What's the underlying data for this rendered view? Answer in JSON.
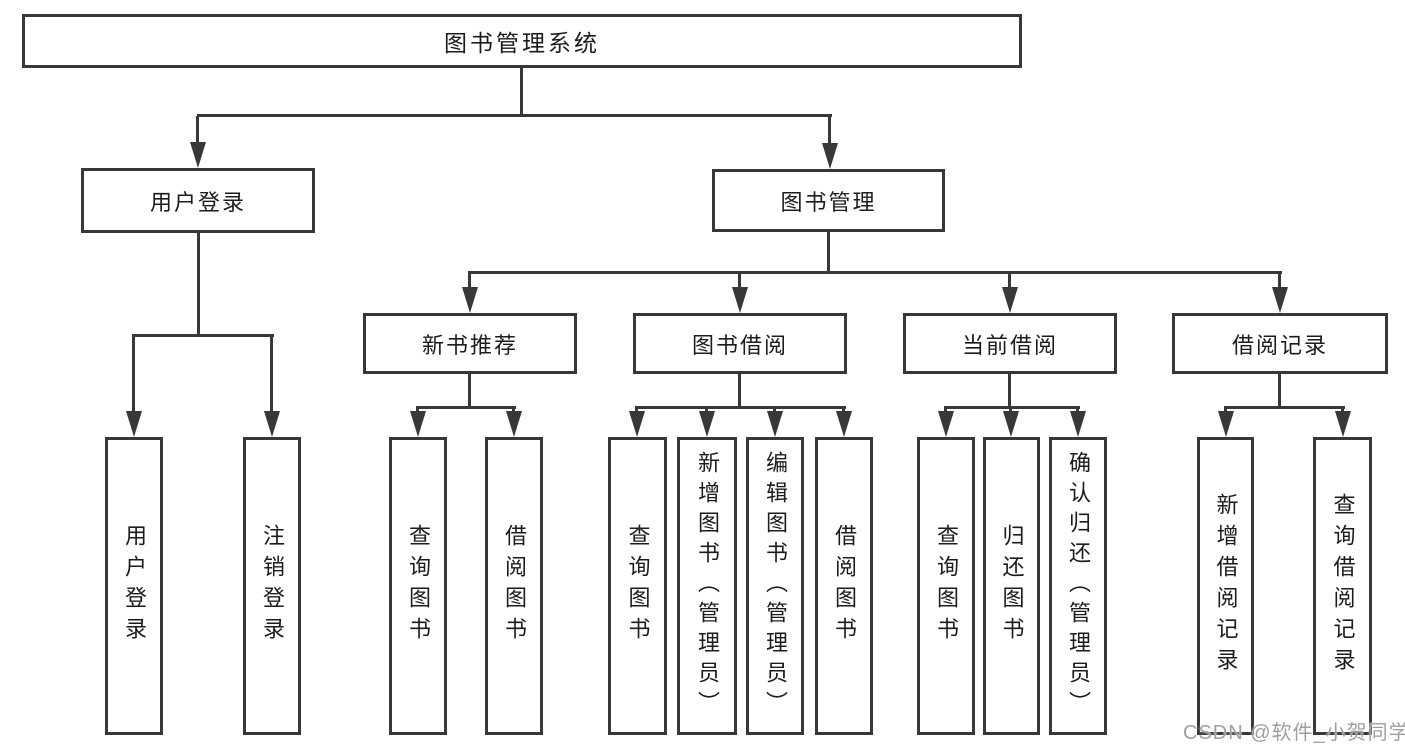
{
  "colors": {
    "line": "#38383a",
    "text": "#1c1c1e",
    "background": "#ffffff",
    "watermark": "#9da0a3"
  },
  "watermark": "CSDN @软件_小贺同学",
  "nodes": {
    "root": {
      "label": "图书管理系统"
    },
    "user_login": {
      "label": "用户登录"
    },
    "book_management": {
      "label": "图书管理"
    },
    "new_book_recommend": {
      "label": "新书推荐"
    },
    "book_borrow": {
      "label": "图书借阅"
    },
    "current_borrow": {
      "label": "当前借阅"
    },
    "borrow_records": {
      "label": "借阅记录"
    },
    "user_login_leaf": {
      "label": "用户登录"
    },
    "logout_leaf": {
      "label": "注销登录"
    },
    "recommend_query_books": {
      "label": "查询图书"
    },
    "recommend_borrow_books": {
      "label": "借阅图书"
    },
    "borrow_query_books": {
      "label": "查询图书"
    },
    "borrow_add_books": {
      "label": "新增图书（管理员）"
    },
    "borrow_edit_books": {
      "label": "编辑图书（管理员）"
    },
    "borrow_borrow_books": {
      "label": "借阅图书"
    },
    "current_query_books": {
      "label": "查询图书"
    },
    "current_return_books": {
      "label": "归还图书"
    },
    "current_confirm_return": {
      "label": "确认归还（管理员）"
    },
    "records_add_record": {
      "label": "新增借阅记录"
    },
    "records_query_record": {
      "label": "查询借阅记录"
    }
  },
  "hierarchy": [
    {
      "parent": "图书管理系统",
      "children": [
        "用户登录",
        "图书管理"
      ]
    },
    {
      "parent": "用户登录",
      "children": [
        "用户登录",
        "注销登录"
      ]
    },
    {
      "parent": "图书管理",
      "children": [
        "新书推荐",
        "图书借阅",
        "当前借阅",
        "借阅记录"
      ]
    },
    {
      "parent": "新书推荐",
      "children": [
        "查询图书",
        "借阅图书"
      ]
    },
    {
      "parent": "图书借阅",
      "children": [
        "查询图书",
        "新增图书（管理员）",
        "编辑图书（管理员）",
        "借阅图书"
      ]
    },
    {
      "parent": "当前借阅",
      "children": [
        "查询图书",
        "归还图书",
        "确认归还（管理员）"
      ]
    },
    {
      "parent": "借阅记录",
      "children": [
        "新增借阅记录",
        "查询借阅记录"
      ]
    }
  ]
}
